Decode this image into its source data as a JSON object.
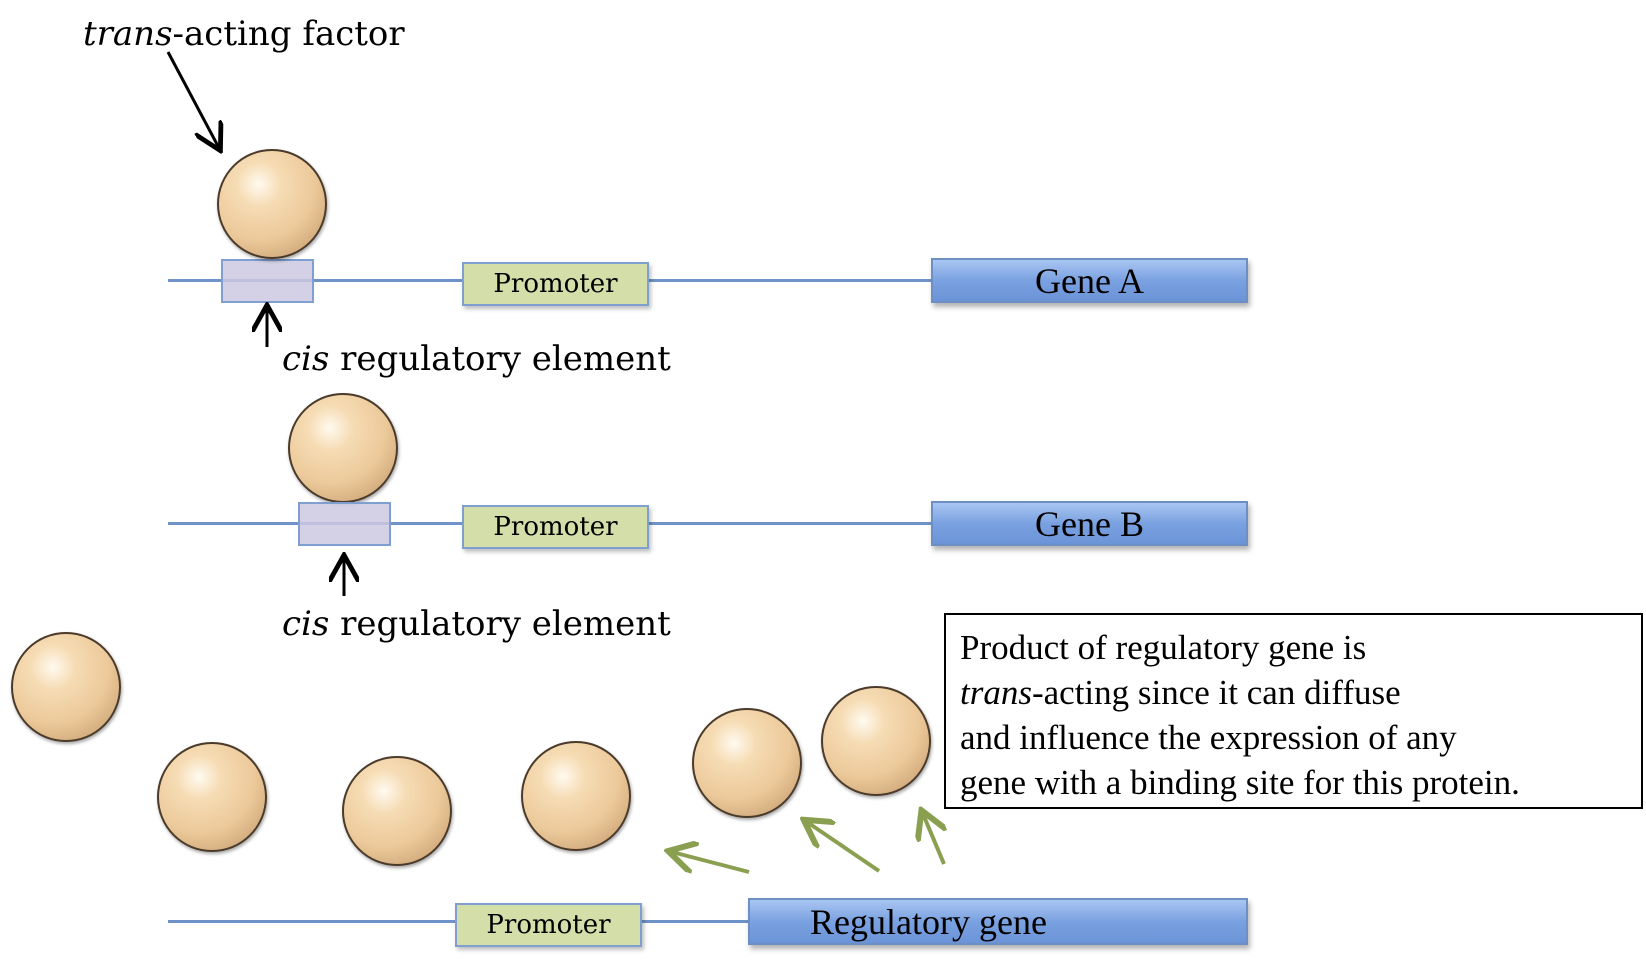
{
  "labels": {
    "trans_factor_italic": "trans",
    "trans_factor_rest": "-acting factor",
    "cis_italic": "cis",
    "cis_rest": " regulatory element"
  },
  "rows": {
    "gene_a": {
      "promoter": "Promoter",
      "gene": "Gene A"
    },
    "gene_b": {
      "promoter": "Promoter",
      "gene": "Gene B"
    },
    "regulatory": {
      "promoter": "Promoter",
      "gene": "Regulatory gene"
    }
  },
  "info_box": {
    "line1": "Product of regulatory gene is",
    "line2_italic": "trans",
    "line2_rest": "-acting since it can diffuse",
    "line3": "and influence the expression of any",
    "line4": "gene with a binding site for this protein."
  },
  "colors": {
    "dna_line": "#6f93c8",
    "gene_fill": "#7aa1e0",
    "promoter_fill": "#d4dea8",
    "cis_fill": "#cdc8e1",
    "sphere": "#ecc99a",
    "diffusion_arrow": "#8aa050"
  }
}
